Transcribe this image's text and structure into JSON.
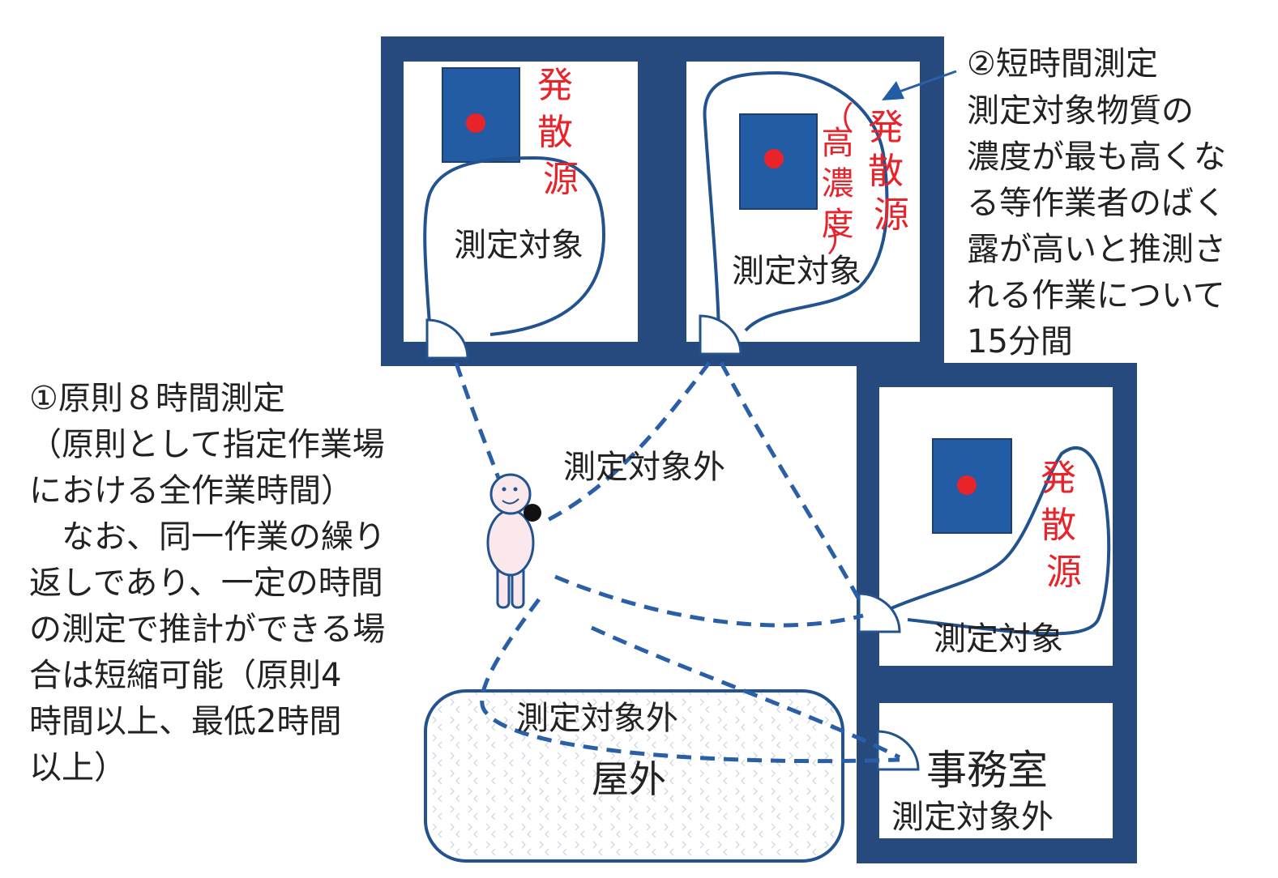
{
  "colors": {
    "wall": "#264a7e",
    "machine": "#215ca4",
    "source_dot": "#e8232a",
    "zone_line": "#23538f",
    "dashed_path": "#2a5fa8",
    "person_fill": "#fbe8ec"
  },
  "rooms": {
    "room1": {
      "source_label": [
        "発",
        "散",
        "源"
      ],
      "zone_label": "測定対象"
    },
    "room2": {
      "source_label": [
        "発",
        "散",
        "源"
      ],
      "high_conc_label": [
        "（",
        "高",
        "濃",
        "度",
        "）"
      ],
      "zone_label": "測定対象"
    },
    "room3": {
      "source_label": [
        "発",
        "散",
        "源"
      ],
      "zone_label": "測定対象"
    },
    "office": {
      "title": "事務室",
      "zone_label": "測定対象外"
    }
  },
  "corridor_label": "測定対象外",
  "outdoor": {
    "zone_label": "測定対象外",
    "title": "屋外"
  },
  "left_note": {
    "lines": [
      "①原則８時間測定",
      "（原則として指定作業場",
      "における全作業時間）",
      "　なお、同一作業の繰り",
      "返しであり、一定の時間",
      "の測定で推計ができる場",
      "合は短縮可能（原則4",
      "時間以上、最低2時間",
      "以上）"
    ]
  },
  "right_note": {
    "lines": [
      "②短時間測定",
      "測定対象物質の",
      "濃度が最も高くな",
      "る等作業者のばく",
      "露が高いと推測さ",
      "れる作業について",
      "15分間"
    ]
  }
}
